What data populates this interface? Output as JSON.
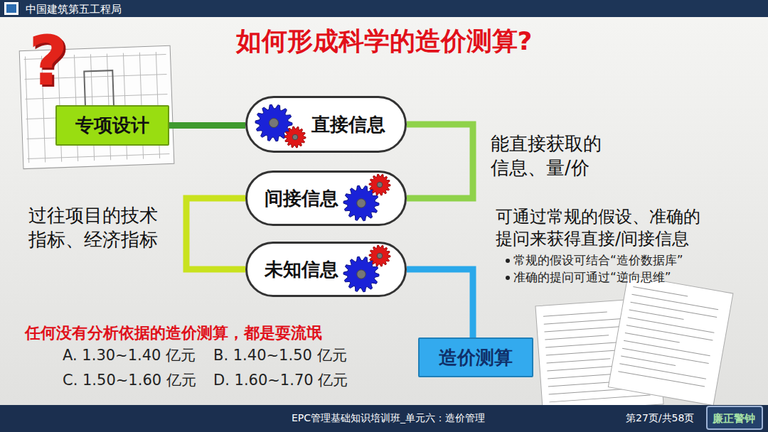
{
  "diagram": {
    "title": "如何形成科学的造价测算?",
    "nodes": [
      {
        "text": [
          "专项设计"
        ]
      },
      {
        "text": [
          "直接信息"
        ]
      },
      {
        "text": [
          "间接信息"
        ]
      },
      {
        "text": [
          "未知信息"
        ]
      },
      {
        "text": [
          "造价测算"
        ]
      }
    ],
    "edges": [
      {
        "from": 0,
        "to": 1,
        "arrow": "none"
      },
      {
        "from": 1,
        "to": 2,
        "arrow": "none"
      },
      {
        "from": 2,
        "to": 3,
        "arrow": "none"
      },
      {
        "from": 3,
        "to": 4,
        "arrow": "none"
      }
    ],
    "labels": [
      "中国建筑第五工程局",
      "?",
      "能直接获取的 信息、量/价",
      "过往项目的技术 指标、经济指标",
      "可通过常规的假设、准确的提问来获得直接/间接信息",
      "常规的假设可结合“造价数据库”",
      "准确的提问可通过“逆向思维”",
      "任何没有分析依据的造价测算，都是耍流氓",
      "A. 1.30~1.40 亿元",
      "B. 1.40~1.50 亿元",
      "C. 1.50~1.60 亿元",
      "D. 1.60~1.70 亿元",
      "EPC管理基础知识培训班_单元六：造价管理",
      "第27页/共58页",
      "廉正警钟"
    ]
  }
}
